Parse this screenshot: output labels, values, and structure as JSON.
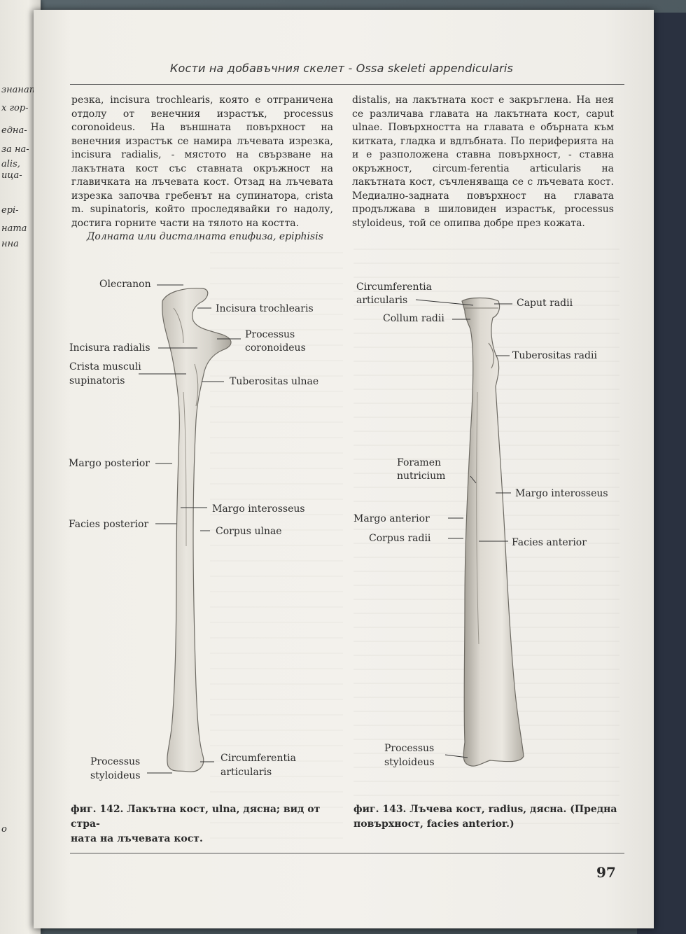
{
  "prev_page": {
    "fragments": [
      "знаната",
      "х гор-",
      "една-",
      "за на-",
      "alis,",
      "ица-",
      "epi-",
      "ната",
      "нна"
    ],
    "bottom_mark": "о"
  },
  "running_head": "Кости на добавъчния скелет - Ossa skeleti appendicularis",
  "left_column": [
    "резка, incisura trochlearis, която е отграничена отдолу от венечния израстък, processus coronoideus. На външната повърхност на венечния израстък се намира лъчевата изрезка, incisura radialis, - мястото на свързване на лакътната кост със ставната окръжност на главичката на лъчевата кост. Отзад на лъчевата изрезка започва гребенът на супинатора, crista m. supinatoris, който проследявайки го надолу, достига горните части на тялото на костта.",
    "Долната или дисталната епифиза, epiphisis"
  ],
  "right_column": [
    "distalis, на лакътната кост е закръглена. На нея се различава главата на лакътната кост, caput ulnae. Повърхността на главата е обърната към китката, гладка и вдлъбната. По периферията на и е разположена ставна повърхност, - ставна окръжност, circum-ferentia articularis на лакътната кост, съчленяваща се с лъчевата кост. Медиално-задната повърхност на главата продължава в шиловиден израстък, processus styloideus, той се опипва добре през кожата."
  ],
  "figure_142": {
    "labels": {
      "olecranon": "Olecranon",
      "incisura_trochlearis": "Incisura trochlearis",
      "processus_coronoideus": [
        "Processus",
        "coronoideus"
      ],
      "incisura_radialis": "Incisura radialis",
      "crista_musculi_supinatoris": [
        "Crista musculi",
        "supinatoris"
      ],
      "tuberositas_ulnae": "Tuberositas ulnae",
      "margo_posterior": "Margo posterior",
      "margo_interosseus": "Margo interosseus",
      "facies_posterior": "Facies posterior",
      "corpus_ulnae": "Corpus ulnae",
      "processus_styloideus": [
        "Processus",
        "styloideus"
      ],
      "circumferentia_articularis": [
        "Circumferentia",
        "articularis"
      ]
    },
    "caption": [
      "фиг. 142. Лакътна кост, ulna, дясна; вид от стра-",
      "ната на лъчевата кост."
    ]
  },
  "figure_143": {
    "labels": {
      "circumferentia_articularis": [
        "Circumferentia",
        "articularis"
      ],
      "caput_radii": "Caput radii",
      "collum_radii": "Collum radii",
      "tuberositas_radii": "Tuberositas radii",
      "foramen_nutricium": [
        "Foramen",
        "nutricium"
      ],
      "margo_interosseus": "Margo interosseus",
      "margo_anterior": "Margo anterior",
      "corpus_radii": "Corpus radii",
      "facies_anterior": "Facies anterior",
      "processus_styloideus": [
        "Processus",
        "styloideus"
      ]
    },
    "caption": [
      "фиг. 143. Лъчева кост, radius, дясна. (Предна",
      "повърхност, facies anterior.)"
    ]
  },
  "page_number": "97",
  "colors": {
    "paper": "#f1efe9",
    "ink": "#2a2a2a",
    "bone_shade": "#c9c6bd"
  }
}
